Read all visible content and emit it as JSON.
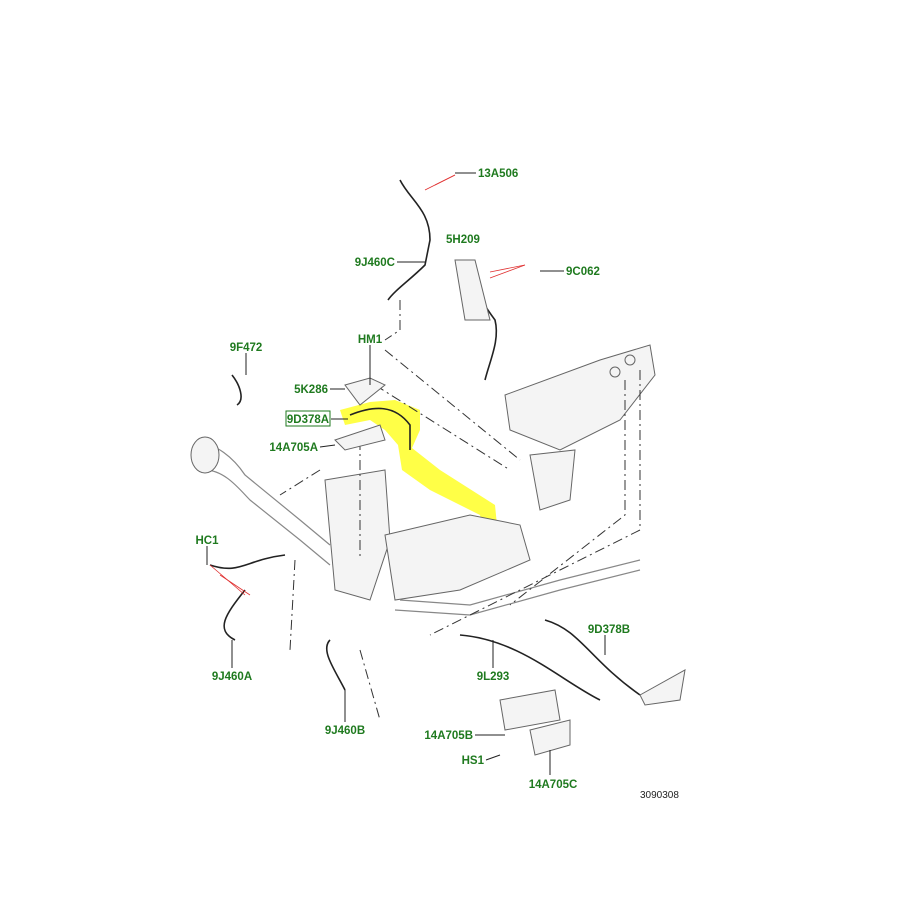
{
  "labels": {
    "l13A506": "13A506",
    "l5H209": "5H209",
    "l9C062": "9C062",
    "l9J460C": "9J460C",
    "lHM1": "HM1",
    "l9F472": "9F472",
    "l5K286": "5K286",
    "l9D378A": "9D378A",
    "l14A705A": "14A705A",
    "lHC1": "HC1",
    "l9J460A": "9J460A",
    "l9J460B": "9J460B",
    "l9L293": "9L293",
    "l9D378B": "9D378B",
    "l14A705B": "14A705B",
    "lHS1": "HS1",
    "l14A705C": "14A705C"
  },
  "diagram_ref": "3090308",
  "colors": {
    "label": "#1f7a1f",
    "highlight": "#ffff33"
  }
}
